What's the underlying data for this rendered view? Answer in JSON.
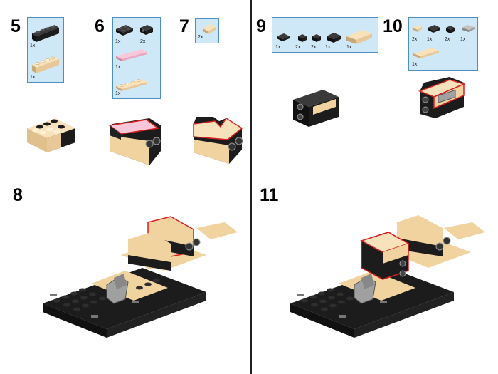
{
  "left_page": {
    "step_5": {
      "number": "5",
      "parts": [
        {
          "qty": "1x",
          "part": "brick-2x4-black"
        },
        {
          "qty": "1x",
          "part": "brick-2x4-tan"
        }
      ]
    },
    "step_6": {
      "number": "6",
      "parts": [
        {
          "qty": "1x",
          "part": "plate-2x2-black"
        },
        {
          "qty": "2x",
          "part": "brick-1x1-studside-black"
        },
        {
          "qty": "1x",
          "part": "tile-1x4-pink"
        },
        {
          "qty": "1x",
          "part": "plate-1x4-tan"
        }
      ]
    },
    "step_7": {
      "number": "7",
      "parts": [
        {
          "qty": "2x",
          "part": "slope-tan"
        }
      ]
    },
    "step_8": {
      "number": "8"
    }
  },
  "right_page": {
    "step_9": {
      "number": "9",
      "parts": [
        {
          "qty": "1x",
          "part": "plate-2x2-black"
        },
        {
          "qty": "2x",
          "part": "brick-1x1-studside-black"
        },
        {
          "qty": "2x",
          "part": "brick-1x1-studside-black"
        },
        {
          "qty": "1x",
          "part": "brick-1x2-black"
        },
        {
          "qty": "1x",
          "part": "brick-1x4-tan"
        }
      ]
    },
    "step_10": {
      "number": "10",
      "parts": [
        {
          "qty": "2x",
          "part": "slope-tan"
        },
        {
          "qty": "1x",
          "part": "plate-2x2-black"
        },
        {
          "qty": "2x",
          "part": "brick-1x1-studside-black"
        },
        {
          "qty": "1x",
          "part": "grille-1x2-gray"
        },
        {
          "qty": "1x",
          "part": "plate-1x4-tan"
        }
      ]
    },
    "step_11": {
      "number": "11"
    }
  },
  "colors": {
    "black_brick": "#1c1c1c",
    "tan_brick": "#f1d3a0",
    "pink_tile": "#f4b8cf",
    "gray_part": "#a0a0a0",
    "callout_fill": "#cfe8f8",
    "callout_border": "#4d8fc0",
    "highlight_outline": "#d82020"
  }
}
